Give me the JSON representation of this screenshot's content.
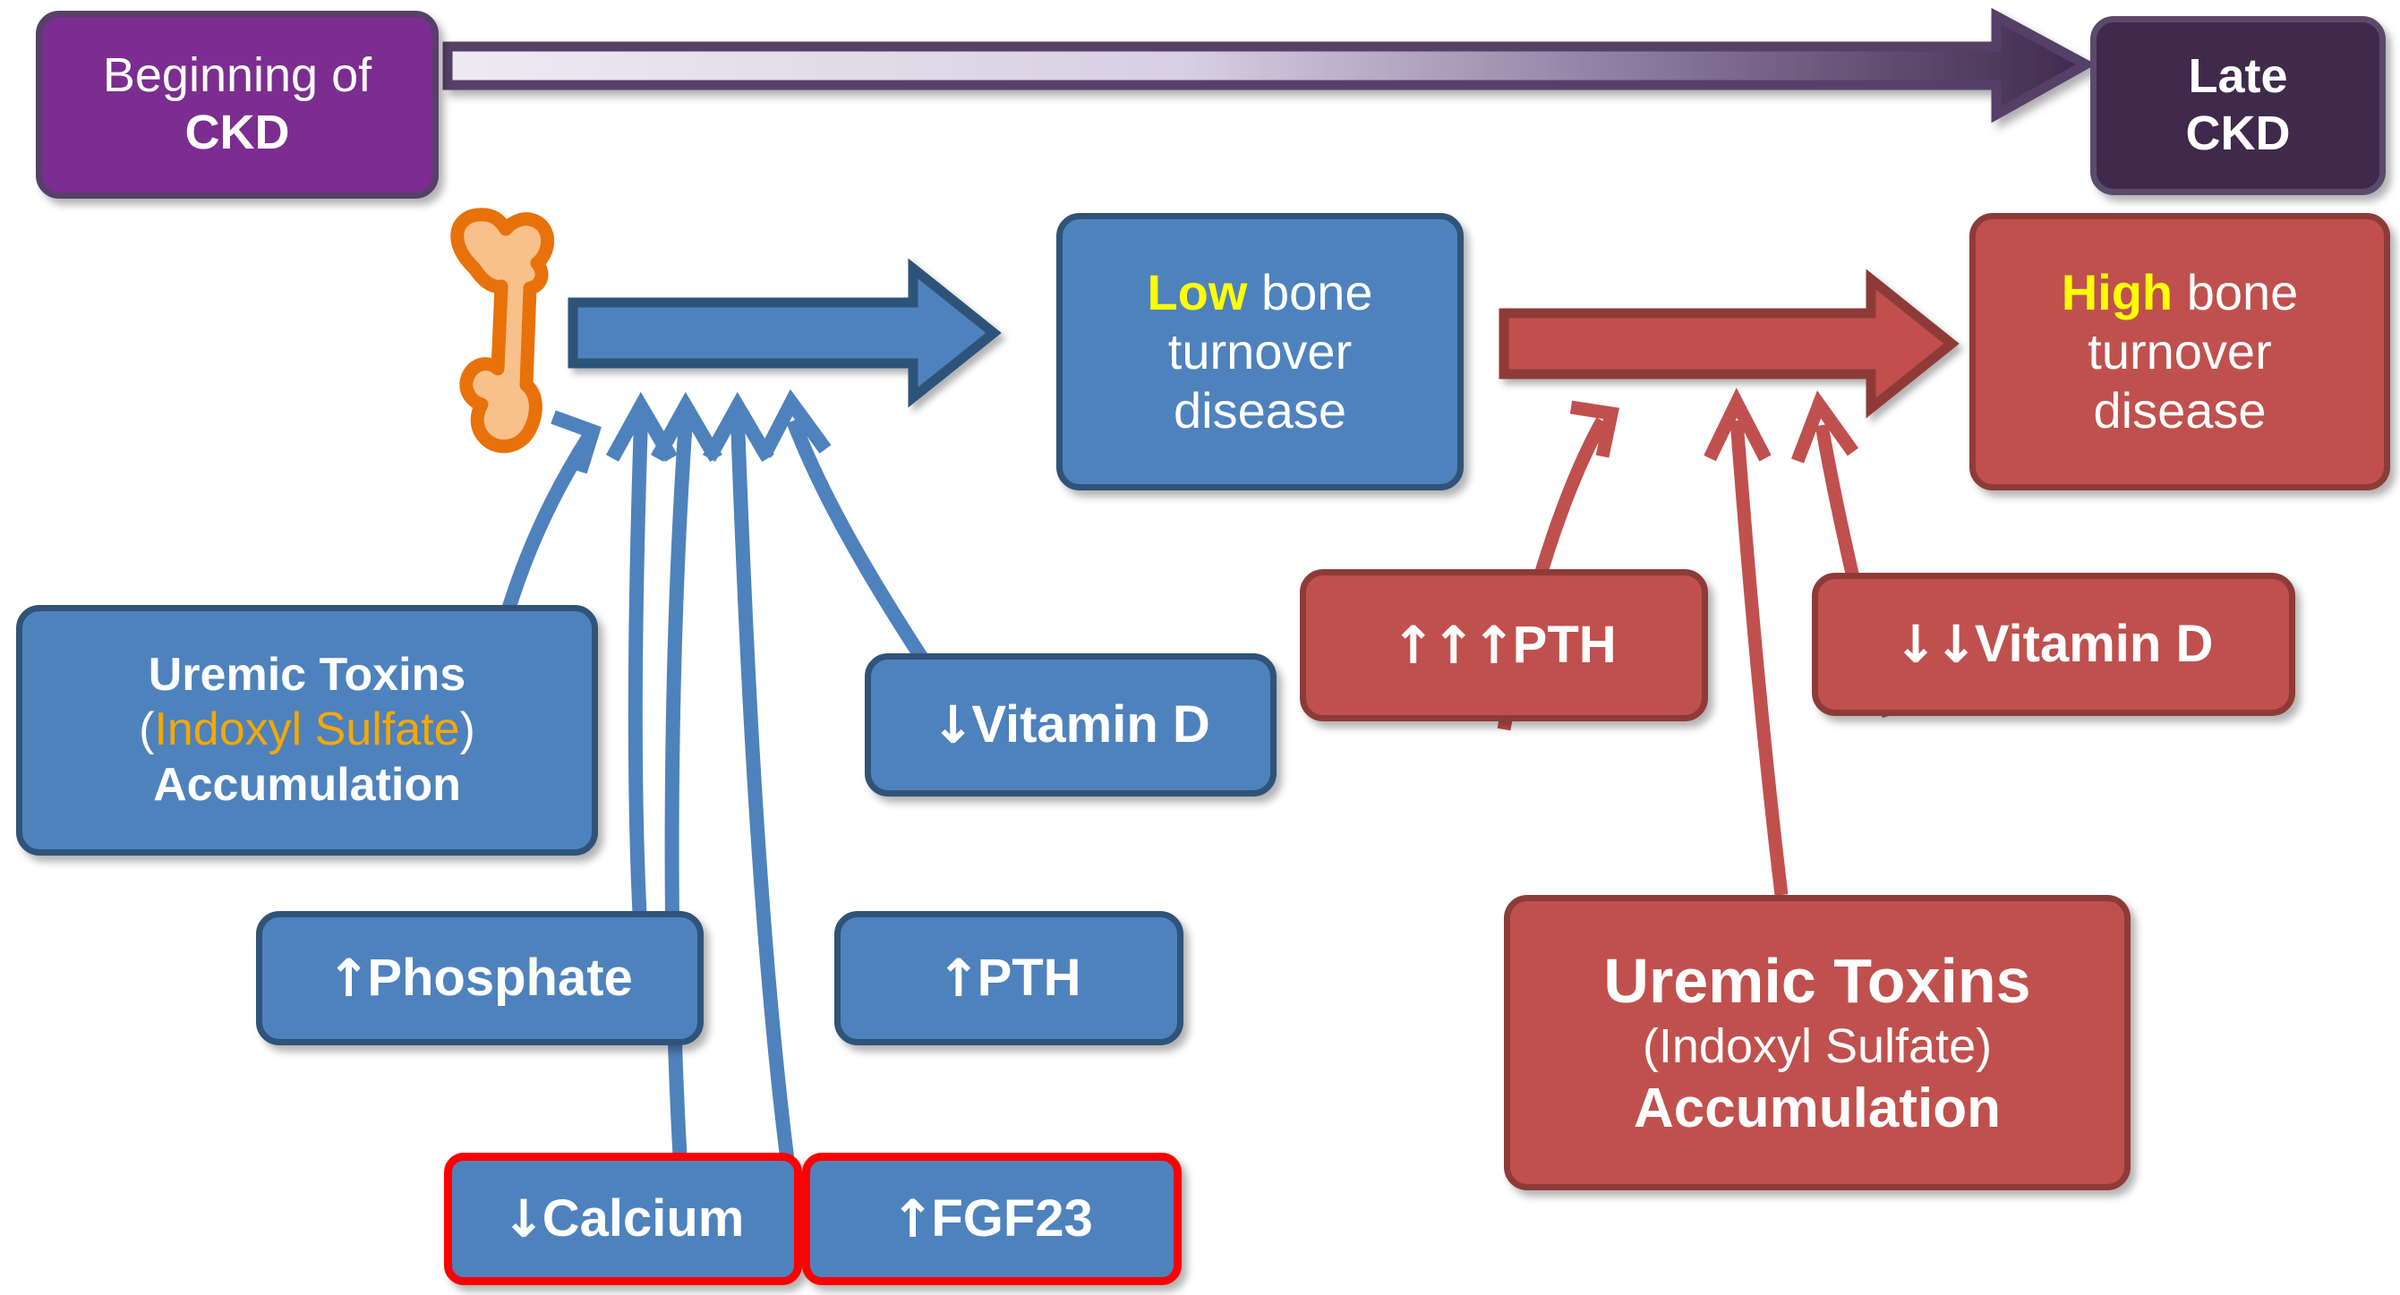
{
  "diagram": {
    "title": "CKD bone turnover disease progression pathway",
    "colors": {
      "purple": "#7B2D90",
      "dark_purple": "#3F2A4C",
      "blue": "#4E82BD",
      "blue_border": "#2F5379",
      "red": "#C0504D",
      "red_border": "#8E3B38",
      "highlight_red_outline": "#FF0000",
      "yellow_text": "#FFFF00",
      "gold_text": "#F5A800",
      "bone_fill": "#F8C08A",
      "bone_stroke": "#E8710A"
    },
    "timeline": {
      "start_label_line1": "Beginning of",
      "start_label_line2": "CKD",
      "end_label_line1": "Late",
      "end_label_line2": "CKD",
      "arrow_name": "progression-gradient-arrow",
      "gradient_from": "#EDE9F2",
      "gradient_to": "#3F2A4C"
    },
    "outcomes": {
      "low": {
        "emphasis": "Low",
        "rest_line1": " bone",
        "line2": "turnover",
        "line3": "disease"
      },
      "high": {
        "emphasis": "High",
        "rest_line1": " bone",
        "line2": "turnover",
        "line3": "disease"
      }
    },
    "bone_icon": "bone-icon",
    "blue_factors": [
      {
        "name": "uremic-toxins-blue",
        "line1": "Uremic Toxins",
        "line2_open": "(",
        "line2_gold": "Indoxyl Sulfate",
        "line2_close": ")",
        "line3": "Accumulation"
      },
      {
        "name": "phosphate",
        "arrow": "↑",
        "label": "Phosphate"
      },
      {
        "name": "pth-blue",
        "arrow": "↑",
        "label": "PTH"
      },
      {
        "name": "vitamin-d-blue",
        "arrow": "↓",
        "label": "Vitamin D"
      },
      {
        "name": "calcium",
        "arrow": "↓",
        "label": "Calcium",
        "outlined": true
      },
      {
        "name": "fgf23",
        "arrow": "↑",
        "label": "FGF23",
        "outlined": true
      }
    ],
    "red_factors": [
      {
        "name": "pth-red",
        "arrow": "↑↑↑",
        "label": "PTH"
      },
      {
        "name": "vitamin-d-red",
        "arrow": "↓↓",
        "label": "Vitamin D"
      },
      {
        "name": "uremic-toxins-red",
        "line1": "Uremic Toxins",
        "line2": "(Indoxyl Sulfate)",
        "line3": "Accumulation"
      }
    ],
    "flow_arrows": {
      "blue_main": "blue-main-arrow",
      "red_main": "red-main-arrow",
      "blue_feeders": 5,
      "red_feeders": 3
    }
  }
}
